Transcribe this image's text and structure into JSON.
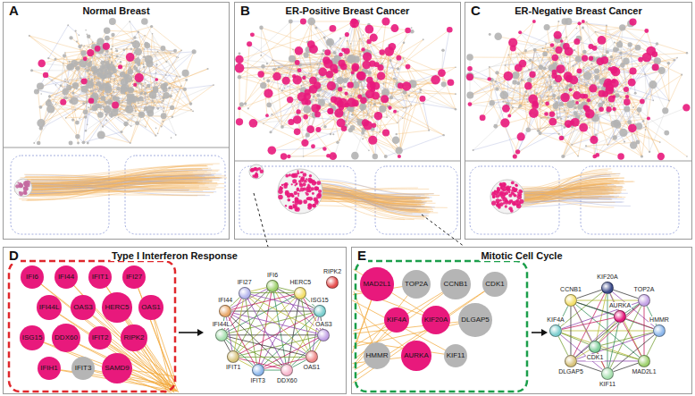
{
  "diagram": {
    "nodes": [
      {
        "text": [
          "A",
          "Normal Breast"
        ]
      },
      {
        "text": [
          "B",
          "ER-Positive Breast Cancer"
        ]
      },
      {
        "text": [
          "C",
          "ER-Negative Breast Cancer"
        ]
      },
      {
        "text": [
          "D",
          "Type I Interferon Response"
        ]
      },
      {
        "text": [
          "IFI6"
        ],
        "in": 3
      },
      {
        "text": [
          "IFI44"
        ],
        "in": 3
      },
      {
        "text": [
          "IFIT1"
        ],
        "in": 3
      },
      {
        "text": [
          "IFI27"
        ],
        "in": 3
      },
      {
        "text": [
          "IFI44L"
        ],
        "in": 3
      },
      {
        "text": [
          "OAS3"
        ],
        "in": 3
      },
      {
        "text": [
          "HERC5"
        ],
        "in": 3
      },
      {
        "text": [
          "OAS1"
        ],
        "in": 3
      },
      {
        "text": [
          "ISG15"
        ],
        "in": 3
      },
      {
        "text": [
          "DDX60"
        ],
        "in": 3
      },
      {
        "text": [
          "IFIT2"
        ],
        "in": 3
      },
      {
        "text": [
          "RIPK2"
        ],
        "in": 3
      },
      {
        "text": [
          "IFIH1"
        ],
        "in": 3
      },
      {
        "text": [
          "IFIT3"
        ],
        "in": 3
      },
      {
        "text": [
          "SAMD9"
        ],
        "in": 3
      },
      {
        "text": [
          "IFI6"
        ],
        "in": 3
      },
      {
        "text": [
          "HERC5"
        ],
        "in": 3
      },
      {
        "text": [
          "ISG15"
        ],
        "in": 3
      },
      {
        "text": [
          "OAS3"
        ],
        "in": 3
      },
      {
        "text": [
          "OAS1"
        ],
        "in": 3
      },
      {
        "text": [
          "DDX60"
        ],
        "in": 3
      },
      {
        "text": [
          "IFIT3"
        ],
        "in": 3
      },
      {
        "text": [
          "IFIT1"
        ],
        "in": 3
      },
      {
        "text": [
          "IFI44L"
        ],
        "in": 3
      },
      {
        "text": [
          "IFI44"
        ],
        "in": 3
      },
      {
        "text": [
          "IFI27"
        ],
        "in": 3
      },
      {
        "text": [
          "RIPK2"
        ],
        "in": 3
      },
      {
        "text": [
          "E",
          "Mitotic Cell Cycle"
        ]
      },
      {
        "text": [
          "MAD2L1"
        ],
        "in": 31
      },
      {
        "text": [
          "TOP2A"
        ],
        "in": 31
      },
      {
        "text": [
          "CCNB1"
        ],
        "in": 31
      },
      {
        "text": [
          "CDK1"
        ],
        "in": 31
      },
      {
        "text": [
          "KIF4A"
        ],
        "in": 31
      },
      {
        "text": [
          "KIF20A"
        ],
        "in": 31
      },
      {
        "text": [
          "DLGAP5"
        ],
        "in": 31
      },
      {
        "text": [
          "HMMR"
        ],
        "in": 31
      },
      {
        "text": [
          "AURKA"
        ],
        "in": 31
      },
      {
        "text": [
          "KIF11"
        ],
        "in": 31
      },
      {
        "text": [
          "KIF20A"
        ],
        "in": 31
      },
      {
        "text": [
          "TOP2A"
        ],
        "in": 31
      },
      {
        "text": [
          "HMMR"
        ],
        "in": 31
      },
      {
        "text": [
          "MAD2L1"
        ],
        "in": 31
      },
      {
        "text": [
          "KIF11"
        ],
        "in": 31
      },
      {
        "text": [
          "DLGAP5"
        ],
        "in": 31
      },
      {
        "text": [
          "KIF4A"
        ],
        "in": 31
      },
      {
        "text": [
          "CCNB1"
        ],
        "in": 31
      },
      {
        "text": [
          "AURKA"
        ],
        "in": 31
      },
      {
        "text": [
          "CDK1"
        ],
        "in": 31
      }
    ],
    "edges": [
      {
        "from": 19,
        "to": 20,
        "arrow": "none"
      },
      {
        "from": 19,
        "to": 21,
        "arrow": "none"
      },
      {
        "from": 19,
        "to": 22,
        "arrow": "none"
      },
      {
        "from": 19,
        "to": 23,
        "arrow": "none"
      },
      {
        "from": 19,
        "to": 24,
        "arrow": "none"
      },
      {
        "from": 19,
        "to": 25,
        "arrow": "none"
      },
      {
        "from": 19,
        "to": 26,
        "arrow": "none"
      },
      {
        "from": 19,
        "to": 27,
        "arrow": "none"
      },
      {
        "from": 19,
        "to": 28,
        "arrow": "none"
      },
      {
        "from": 19,
        "to": 29,
        "arrow": "none"
      },
      {
        "from": 20,
        "to": 21,
        "arrow": "none"
      },
      {
        "from": 20,
        "to": 22,
        "arrow": "none"
      },
      {
        "from": 20,
        "to": 23,
        "arrow": "none"
      },
      {
        "from": 20,
        "to": 24,
        "arrow": "none"
      },
      {
        "from": 20,
        "to": 25,
        "arrow": "none"
      },
      {
        "from": 20,
        "to": 26,
        "arrow": "none"
      },
      {
        "from": 20,
        "to": 27,
        "arrow": "none"
      },
      {
        "from": 20,
        "to": 28,
        "arrow": "none"
      },
      {
        "from": 20,
        "to": 29,
        "arrow": "none"
      },
      {
        "from": 21,
        "to": 22,
        "arrow": "none"
      },
      {
        "from": 21,
        "to": 23,
        "arrow": "none"
      },
      {
        "from": 21,
        "to": 24,
        "arrow": "none"
      },
      {
        "from": 21,
        "to": 25,
        "arrow": "none"
      },
      {
        "from": 21,
        "to": 26,
        "arrow": "none"
      },
      {
        "from": 21,
        "to": 27,
        "arrow": "none"
      },
      {
        "from": 21,
        "to": 28,
        "arrow": "none"
      },
      {
        "from": 21,
        "to": 29,
        "arrow": "none"
      },
      {
        "from": 22,
        "to": 23,
        "arrow": "none"
      },
      {
        "from": 22,
        "to": 24,
        "arrow": "none"
      },
      {
        "from": 22,
        "to": 25,
        "arrow": "none"
      },
      {
        "from": 22,
        "to": 26,
        "arrow": "none"
      },
      {
        "from": 22,
        "to": 27,
        "arrow": "none"
      },
      {
        "from": 22,
        "to": 28,
        "arrow": "none"
      },
      {
        "from": 22,
        "to": 29,
        "arrow": "none"
      },
      {
        "from": 23,
        "to": 24,
        "arrow": "none"
      },
      {
        "from": 23,
        "to": 25,
        "arrow": "none"
      },
      {
        "from": 23,
        "to": 26,
        "arrow": "none"
      },
      {
        "from": 23,
        "to": 27,
        "arrow": "none"
      },
      {
        "from": 23,
        "to": 28,
        "arrow": "none"
      },
      {
        "from": 23,
        "to": 29,
        "arrow": "none"
      },
      {
        "from": 24,
        "to": 25,
        "arrow": "none"
      },
      {
        "from": 24,
        "to": 26,
        "arrow": "none"
      },
      {
        "from": 24,
        "to": 27,
        "arrow": "none"
      },
      {
        "from": 24,
        "to": 28,
        "arrow": "none"
      },
      {
        "from": 24,
        "to": 29,
        "arrow": "none"
      },
      {
        "from": 25,
        "to": 26,
        "arrow": "none"
      },
      {
        "from": 25,
        "to": 27,
        "arrow": "none"
      },
      {
        "from": 25,
        "to": 28,
        "arrow": "none"
      },
      {
        "from": 25,
        "to": 29,
        "arrow": "none"
      },
      {
        "from": 26,
        "to": 27,
        "arrow": "none"
      },
      {
        "from": 26,
        "to": 28,
        "arrow": "none"
      },
      {
        "from": 26,
        "to": 29,
        "arrow": "none"
      },
      {
        "from": 27,
        "to": 28,
        "arrow": "none"
      },
      {
        "from": 27,
        "to": 29,
        "arrow": "none"
      },
      {
        "from": 28,
        "to": 29,
        "arrow": "none"
      },
      {
        "from": 42,
        "to": 43,
        "arrow": "none"
      },
      {
        "from": 42,
        "to": 44,
        "arrow": "none"
      },
      {
        "from": 42,
        "to": 45,
        "arrow": "none"
      },
      {
        "from": 42,
        "to": 46,
        "arrow": "none"
      },
      {
        "from": 42,
        "to": 47,
        "arrow": "none"
      },
      {
        "from": 42,
        "to": 48,
        "arrow": "none"
      },
      {
        "from": 42,
        "to": 49,
        "arrow": "none"
      },
      {
        "from": 42,
        "to": 50,
        "arrow": "none"
      },
      {
        "from": 42,
        "to": 51,
        "arrow": "none"
      },
      {
        "from": 43,
        "to": 44,
        "arrow": "none"
      },
      {
        "from": 43,
        "to": 45,
        "arrow": "none"
      },
      {
        "from": 43,
        "to": 46,
        "arrow": "none"
      },
      {
        "from": 43,
        "to": 47,
        "arrow": "none"
      },
      {
        "from": 43,
        "to": 48,
        "arrow": "none"
      },
      {
        "from": 43,
        "to": 49,
        "arrow": "none"
      },
      {
        "from": 43,
        "to": 50,
        "arrow": "none"
      },
      {
        "from": 43,
        "to": 51,
        "arrow": "none"
      },
      {
        "from": 44,
        "to": 45,
        "arrow": "none"
      },
      {
        "from": 44,
        "to": 46,
        "arrow": "none"
      },
      {
        "from": 44,
        "to": 47,
        "arrow": "none"
      },
      {
        "from": 44,
        "to": 48,
        "arrow": "none"
      },
      {
        "from": 44,
        "to": 49,
        "arrow": "none"
      },
      {
        "from": 44,
        "to": 50,
        "arrow": "none"
      },
      {
        "from": 44,
        "to": 51,
        "arrow": "none"
      },
      {
        "from": 45,
        "to": 46,
        "arrow": "none"
      },
      {
        "from": 45,
        "to": 47,
        "arrow": "none"
      },
      {
        "from": 45,
        "to": 48,
        "arrow": "none"
      },
      {
        "from": 45,
        "to": 49,
        "arrow": "none"
      },
      {
        "from": 45,
        "to": 50,
        "arrow": "none"
      },
      {
        "from": 45,
        "to": 51,
        "arrow": "none"
      },
      {
        "from": 46,
        "to": 47,
        "arrow": "none"
      },
      {
        "from": 46,
        "to": 48,
        "arrow": "none"
      },
      {
        "from": 46,
        "to": 49,
        "arrow": "none"
      },
      {
        "from": 46,
        "to": 50,
        "arrow": "none"
      },
      {
        "from": 46,
        "to": 51,
        "arrow": "none"
      },
      {
        "from": 47,
        "to": 48,
        "arrow": "none"
      },
      {
        "from": 47,
        "to": 49,
        "arrow": "none"
      },
      {
        "from": 47,
        "to": 50,
        "arrow": "none"
      },
      {
        "from": 47,
        "to": 51,
        "arrow": "none"
      },
      {
        "from": 48,
        "to": 49,
        "arrow": "none"
      },
      {
        "from": 48,
        "to": 50,
        "arrow": "none"
      },
      {
        "from": 48,
        "to": 51,
        "arrow": "none"
      },
      {
        "from": 49,
        "to": 50,
        "arrow": "none"
      },
      {
        "from": 49,
        "to": 51,
        "arrow": "none"
      },
      {
        "from": 50,
        "to": 51,
        "arrow": "none"
      }
    ]
  }
}
